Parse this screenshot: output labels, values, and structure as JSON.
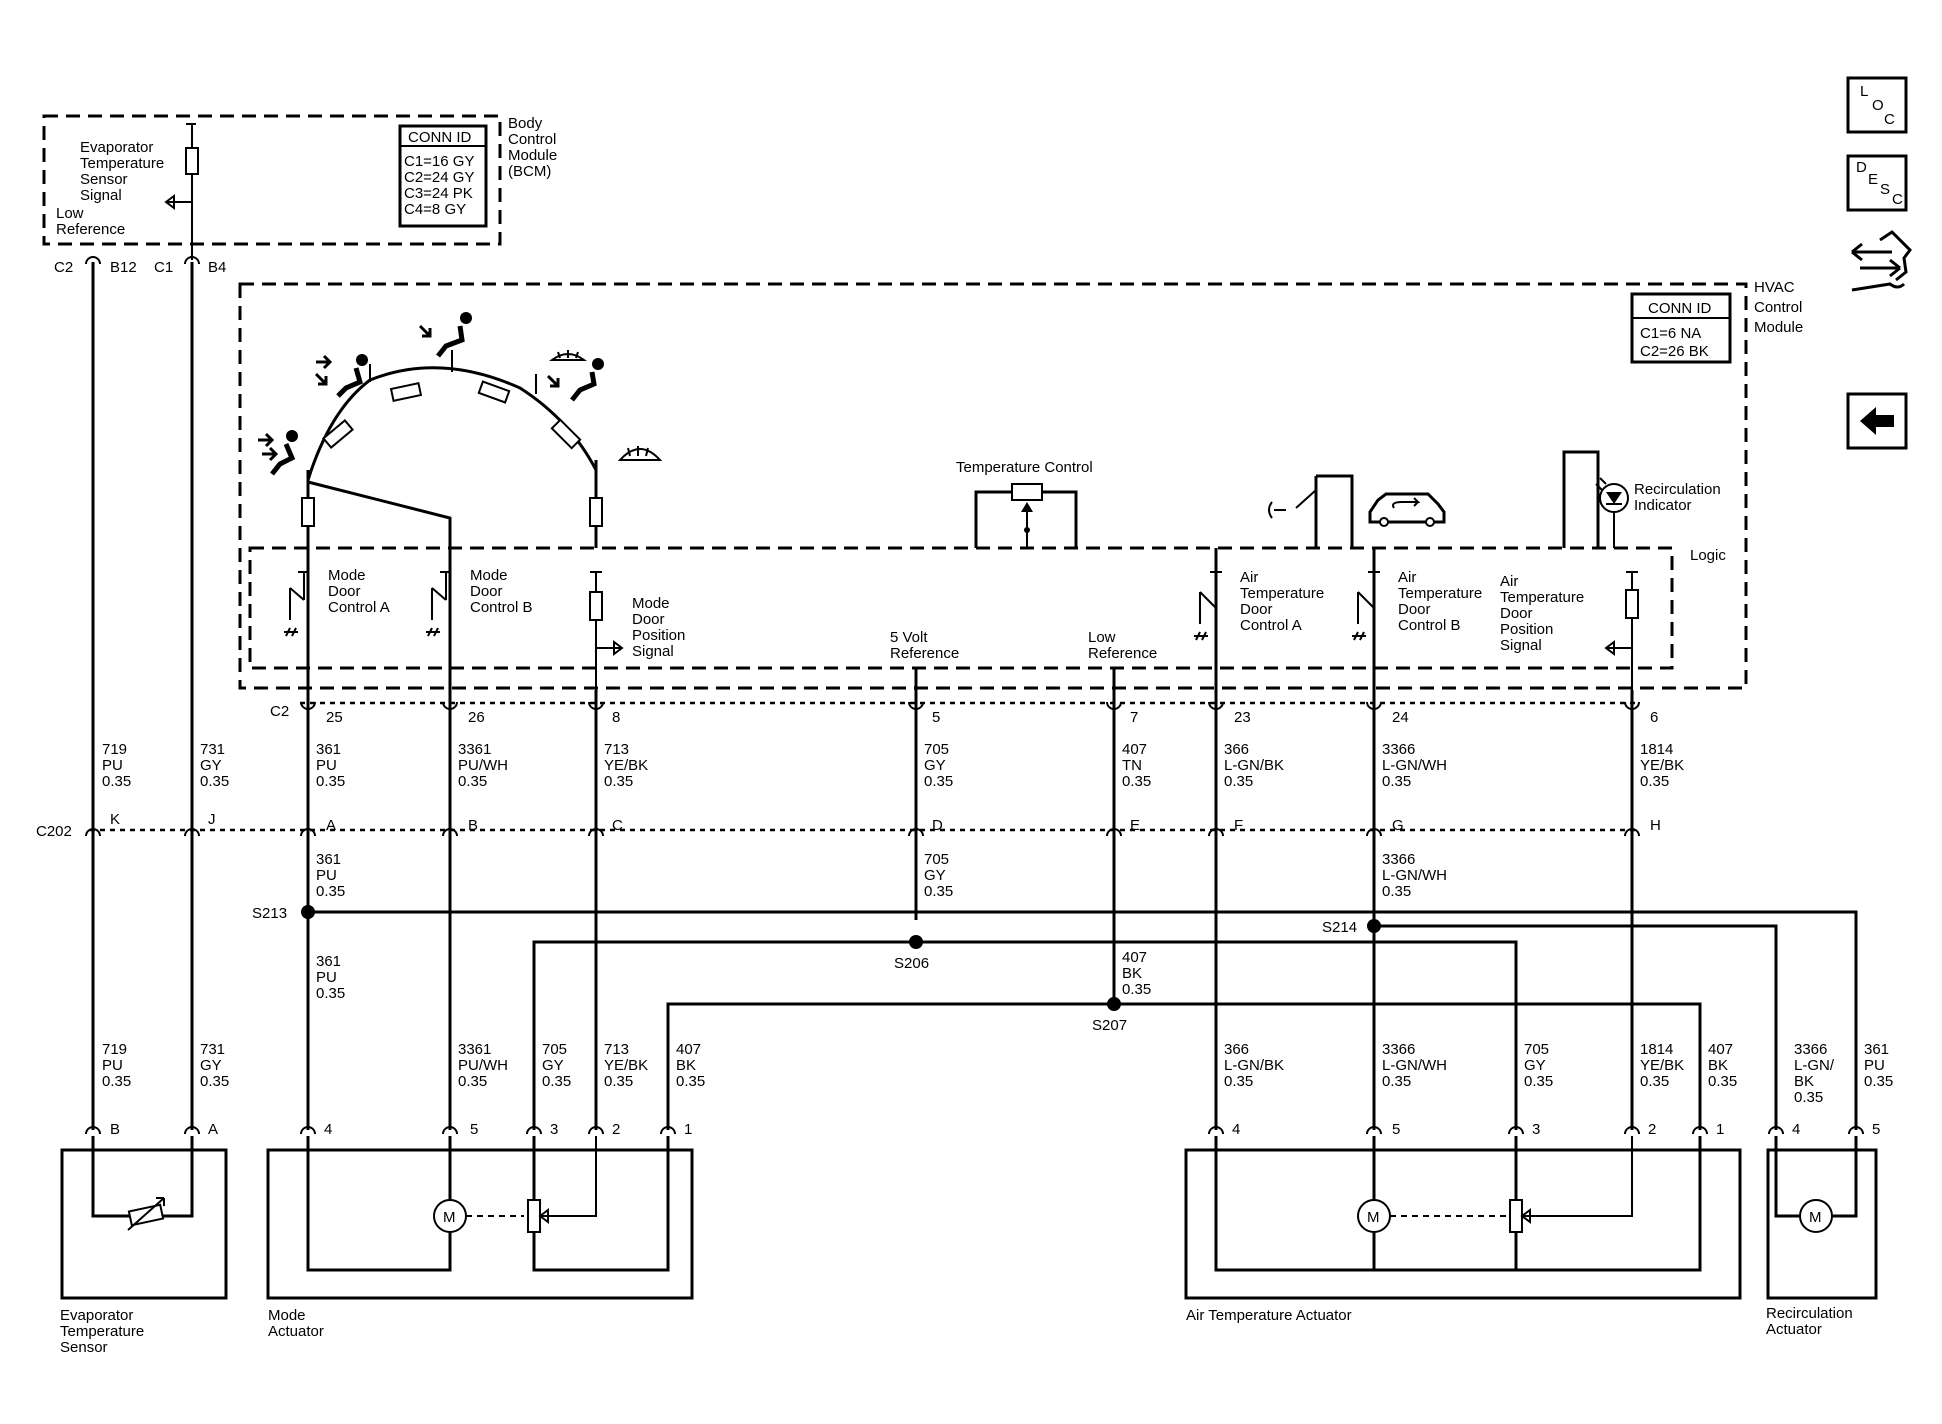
{
  "nav": {
    "loc_letters": [
      "L",
      "O",
      "C"
    ],
    "desc_letters": [
      "D",
      "E",
      "S",
      "C"
    ]
  },
  "bcm": {
    "title_lines": [
      "Body",
      "Control",
      "Module",
      "(BCM)"
    ],
    "conn_id_header": "CONN ID",
    "conn_ids": [
      "C1=16 GY",
      "C2=24 GY",
      "C3=24 PK",
      "C4=8 GY"
    ],
    "signal_lines": [
      "Evaporator",
      "Temperature",
      "Sensor",
      "Signal"
    ],
    "low_ref_lines": [
      "Low",
      "Reference"
    ],
    "pins": [
      {
        "conn": "C2",
        "pin": "B12"
      },
      {
        "conn": "C1",
        "pin": "B4"
      }
    ]
  },
  "hvac": {
    "title_lines": [
      "HVAC",
      "Control",
      "Module"
    ],
    "conn_id_header": "CONN ID",
    "conn_ids": [
      "C1=6 NA",
      "C2=26 BK"
    ],
    "logic_label": "Logic",
    "temp_control_label": "Temperature Control",
    "recirc_indicator_lines": [
      "Recirculation",
      "Indicator"
    ],
    "internal": {
      "mode_a": [
        "Mode",
        "Door",
        "Control A"
      ],
      "mode_b": [
        "Mode",
        "Door",
        "Control B"
      ],
      "mode_pos": [
        "Mode",
        "Door",
        "Position",
        "Signal"
      ],
      "five_volt": [
        "5 Volt",
        "Reference"
      ],
      "low_ref": [
        "Low",
        "Reference"
      ],
      "air_a": [
        "Air",
        "Temperature",
        "Door",
        "Control A"
      ],
      "air_b": [
        "Air",
        "Temperature",
        "Door",
        "Control B"
      ],
      "air_pos": [
        "Air",
        "Temperature",
        "Door",
        "Position",
        "Signal"
      ]
    },
    "connector": "C2",
    "pins": [
      "25",
      "26",
      "8",
      "5",
      "7",
      "23",
      "24",
      "6"
    ]
  },
  "wires_upper": [
    {
      "circuit": "719",
      "color": "PU",
      "gauge": "0.35"
    },
    {
      "circuit": "731",
      "color": "GY",
      "gauge": "0.35"
    },
    {
      "circuit": "361",
      "color": "PU",
      "gauge": "0.35"
    },
    {
      "circuit": "3361",
      "color": "PU/WH",
      "gauge": "0.35"
    },
    {
      "circuit": "713",
      "color": "YE/BK",
      "gauge": "0.35"
    },
    {
      "circuit": "705",
      "color": "GY",
      "gauge": "0.35"
    },
    {
      "circuit": "407",
      "color": "TN",
      "gauge": "0.35"
    },
    {
      "circuit": "366",
      "color": "L-GN/BK",
      "gauge": "0.35"
    },
    {
      "circuit": "3366",
      "color": "L-GN/WH",
      "gauge": "0.35"
    },
    {
      "circuit": "1814",
      "color": "YE/BK",
      "gauge": "0.35"
    }
  ],
  "c202": {
    "label": "C202",
    "pins": [
      "K",
      "J",
      "A",
      "B",
      "C",
      "D",
      "E",
      "F",
      "G",
      "H"
    ]
  },
  "wires_mid": [
    {
      "circuit": "361",
      "color": "PU",
      "gauge": "0.35"
    },
    {
      "circuit": "705",
      "color": "GY",
      "gauge": "0.35"
    },
    {
      "circuit": "3366",
      "color": "L-GN/WH",
      "gauge": "0.35"
    },
    {
      "circuit": "361",
      "color": "PU",
      "gauge": "0.35"
    },
    {
      "circuit": "407",
      "color": "BK",
      "gauge": "0.35"
    }
  ],
  "splices": [
    "S213",
    "S206",
    "S214",
    "S207"
  ],
  "wires_lower": [
    {
      "circuit": "719",
      "color": "PU",
      "gauge": "0.35"
    },
    {
      "circuit": "731",
      "color": "GY",
      "gauge": "0.35"
    },
    {
      "circuit": "3361",
      "color": "PU/WH",
      "gauge": "0.35"
    },
    {
      "circuit": "705",
      "color": "GY",
      "gauge": "0.35"
    },
    {
      "circuit": "713",
      "color": "YE/BK",
      "gauge": "0.35"
    },
    {
      "circuit": "407",
      "color": "BK",
      "gauge": "0.35"
    },
    {
      "circuit": "366",
      "color": "L-GN/BK",
      "gauge": "0.35"
    },
    {
      "circuit": "3366",
      "color": "L-GN/WH",
      "gauge": "0.35"
    },
    {
      "circuit": "705",
      "color": "GY",
      "gauge": "0.35"
    },
    {
      "circuit": "1814",
      "color": "YE/BK",
      "gauge": "0.35"
    },
    {
      "circuit": "407",
      "color": "BK",
      "gauge": "0.35"
    },
    {
      "circuit": "3366",
      "color": "L-GN/",
      "color2": "BK",
      "gauge": "0.35"
    },
    {
      "circuit": "361",
      "color": "PU",
      "gauge": "0.35"
    }
  ],
  "components": {
    "evap_sensor": {
      "lines": [
        "Evaporator",
        "Temperature",
        "Sensor"
      ],
      "pins": [
        "B",
        "A"
      ]
    },
    "mode_actuator": {
      "lines": [
        "Mode",
        "Actuator"
      ],
      "pins": [
        "4",
        "5",
        "3",
        "2",
        "1"
      ]
    },
    "air_temp_actuator": {
      "lines": [
        "Air Temperature Actuator"
      ],
      "pins": [
        "4",
        "5",
        "3",
        "2",
        "1"
      ]
    },
    "recirc_actuator": {
      "lines": [
        "Recirculation",
        "Actuator"
      ],
      "pins": [
        "4",
        "5"
      ]
    },
    "motor_symbol": "M"
  }
}
